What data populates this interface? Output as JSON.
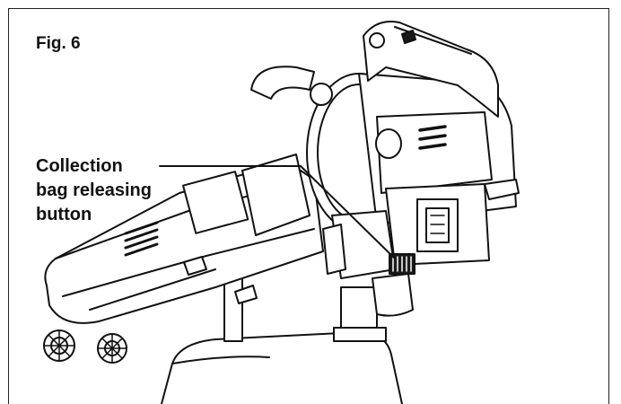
{
  "figure": {
    "label": "Fig. 6",
    "callout_lines": [
      "Collection",
      "bag releasing",
      "button"
    ]
  },
  "colors": {
    "ink": "#111111",
    "frame": "#222222",
    "shade": "#1a1a1a",
    "fill": "#ffffff"
  }
}
